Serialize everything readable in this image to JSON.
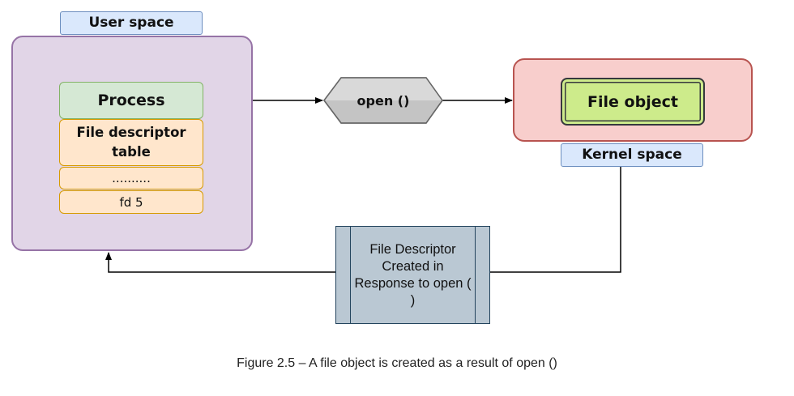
{
  "user_space": {
    "label": "User space"
  },
  "process": {
    "label": "Process"
  },
  "fd_table": {
    "title": "File descriptor table",
    "ellipsis": "..........",
    "entry": "fd 5"
  },
  "open_call": {
    "label": "open ()"
  },
  "kernel_space": {
    "label": "Kernel space"
  },
  "file_object": {
    "label": "File  object"
  },
  "fd_created": {
    "label": "File Descriptor Created in Response to open ( )"
  },
  "caption": "Figure 2.5 – A file object is created as a result of open ()",
  "colors": {
    "user_space_fill": "#e1d5e7",
    "user_space_border": "#9673a6",
    "kernel_fill": "#f8cecc",
    "kernel_border": "#b85450",
    "process_fill": "#d5e8d4",
    "fd_table_fill": "#ffe6cc",
    "file_object_fill": "#cdeb8b",
    "tab_fill": "#dae8fc",
    "open_fill": "#c0c0c0",
    "fd_created_fill": "#bac8d3"
  }
}
